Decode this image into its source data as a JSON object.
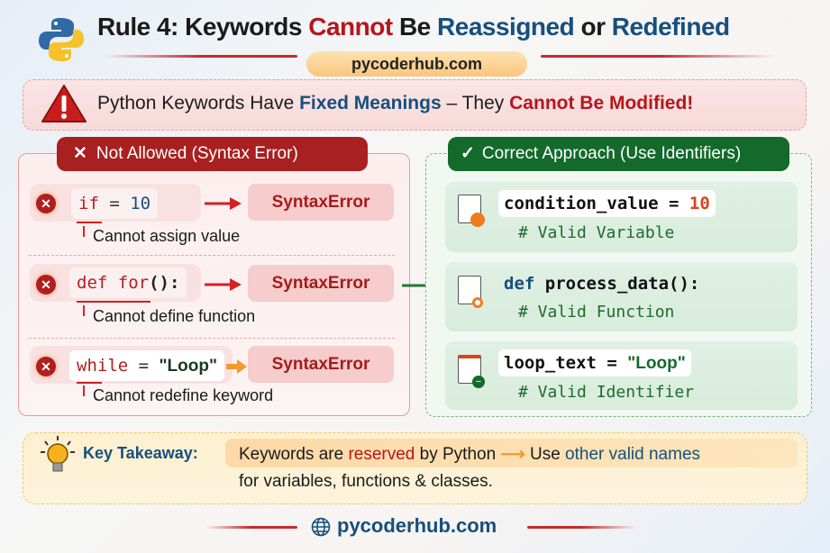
{
  "header": {
    "title_parts": [
      "Rule 4: Keywords ",
      "Cannot",
      " Be ",
      "Reassigned",
      " or ",
      "Redefined"
    ],
    "site_pill": "pycoderhub.com",
    "logo": "python-logo"
  },
  "warning": {
    "icon": "warning-triangle-icon",
    "parts": [
      "Python Keywords Have ",
      "Fixed Meanings",
      " – They ",
      "Cannot Be Modified!"
    ]
  },
  "not_allowed": {
    "header": "Not Allowed (Syntax Error)",
    "rows": [
      {
        "kw": "if",
        "rest": " = ",
        "val": "10",
        "result": "SyntaxError",
        "note": "Cannot assign value"
      },
      {
        "kw": "def for",
        "rest": "():",
        "val": "",
        "result": "SyntaxError",
        "note": "Cannot define function"
      },
      {
        "kw": "while",
        "rest": " = ",
        "val": "\"Loop\"",
        "result": "SyntaxError",
        "note": "Cannot redefine keyword"
      }
    ]
  },
  "correct": {
    "header": "Correct Approach (Use Identifiers)",
    "rows": [
      {
        "pre": "",
        "name": "condition_value = ",
        "val": "10",
        "comment": "# Valid Variable",
        "icon": "document-chart-icon"
      },
      {
        "pre": "def ",
        "name": "process_data():",
        "val": "",
        "comment": "# Valid Function",
        "icon": "document-flow-icon"
      },
      {
        "pre": "",
        "name": "loop_text = ",
        "val": "\"Loop\"",
        "comment": "# Valid Identifier",
        "icon": "document-minus-icon"
      }
    ]
  },
  "takeaway": {
    "label": "Key Takeaway:",
    "line1_parts": [
      "Keywords are ",
      "reserved",
      " by Python ",
      "Use ",
      "other valid names"
    ],
    "line2": "for variables, functions & classes."
  },
  "footer": {
    "site": "pycoderhub.com"
  },
  "colors": {
    "red": "#b5161b",
    "blue": "#164f7d",
    "green": "#136a2a",
    "orange": "#f39a2a"
  }
}
